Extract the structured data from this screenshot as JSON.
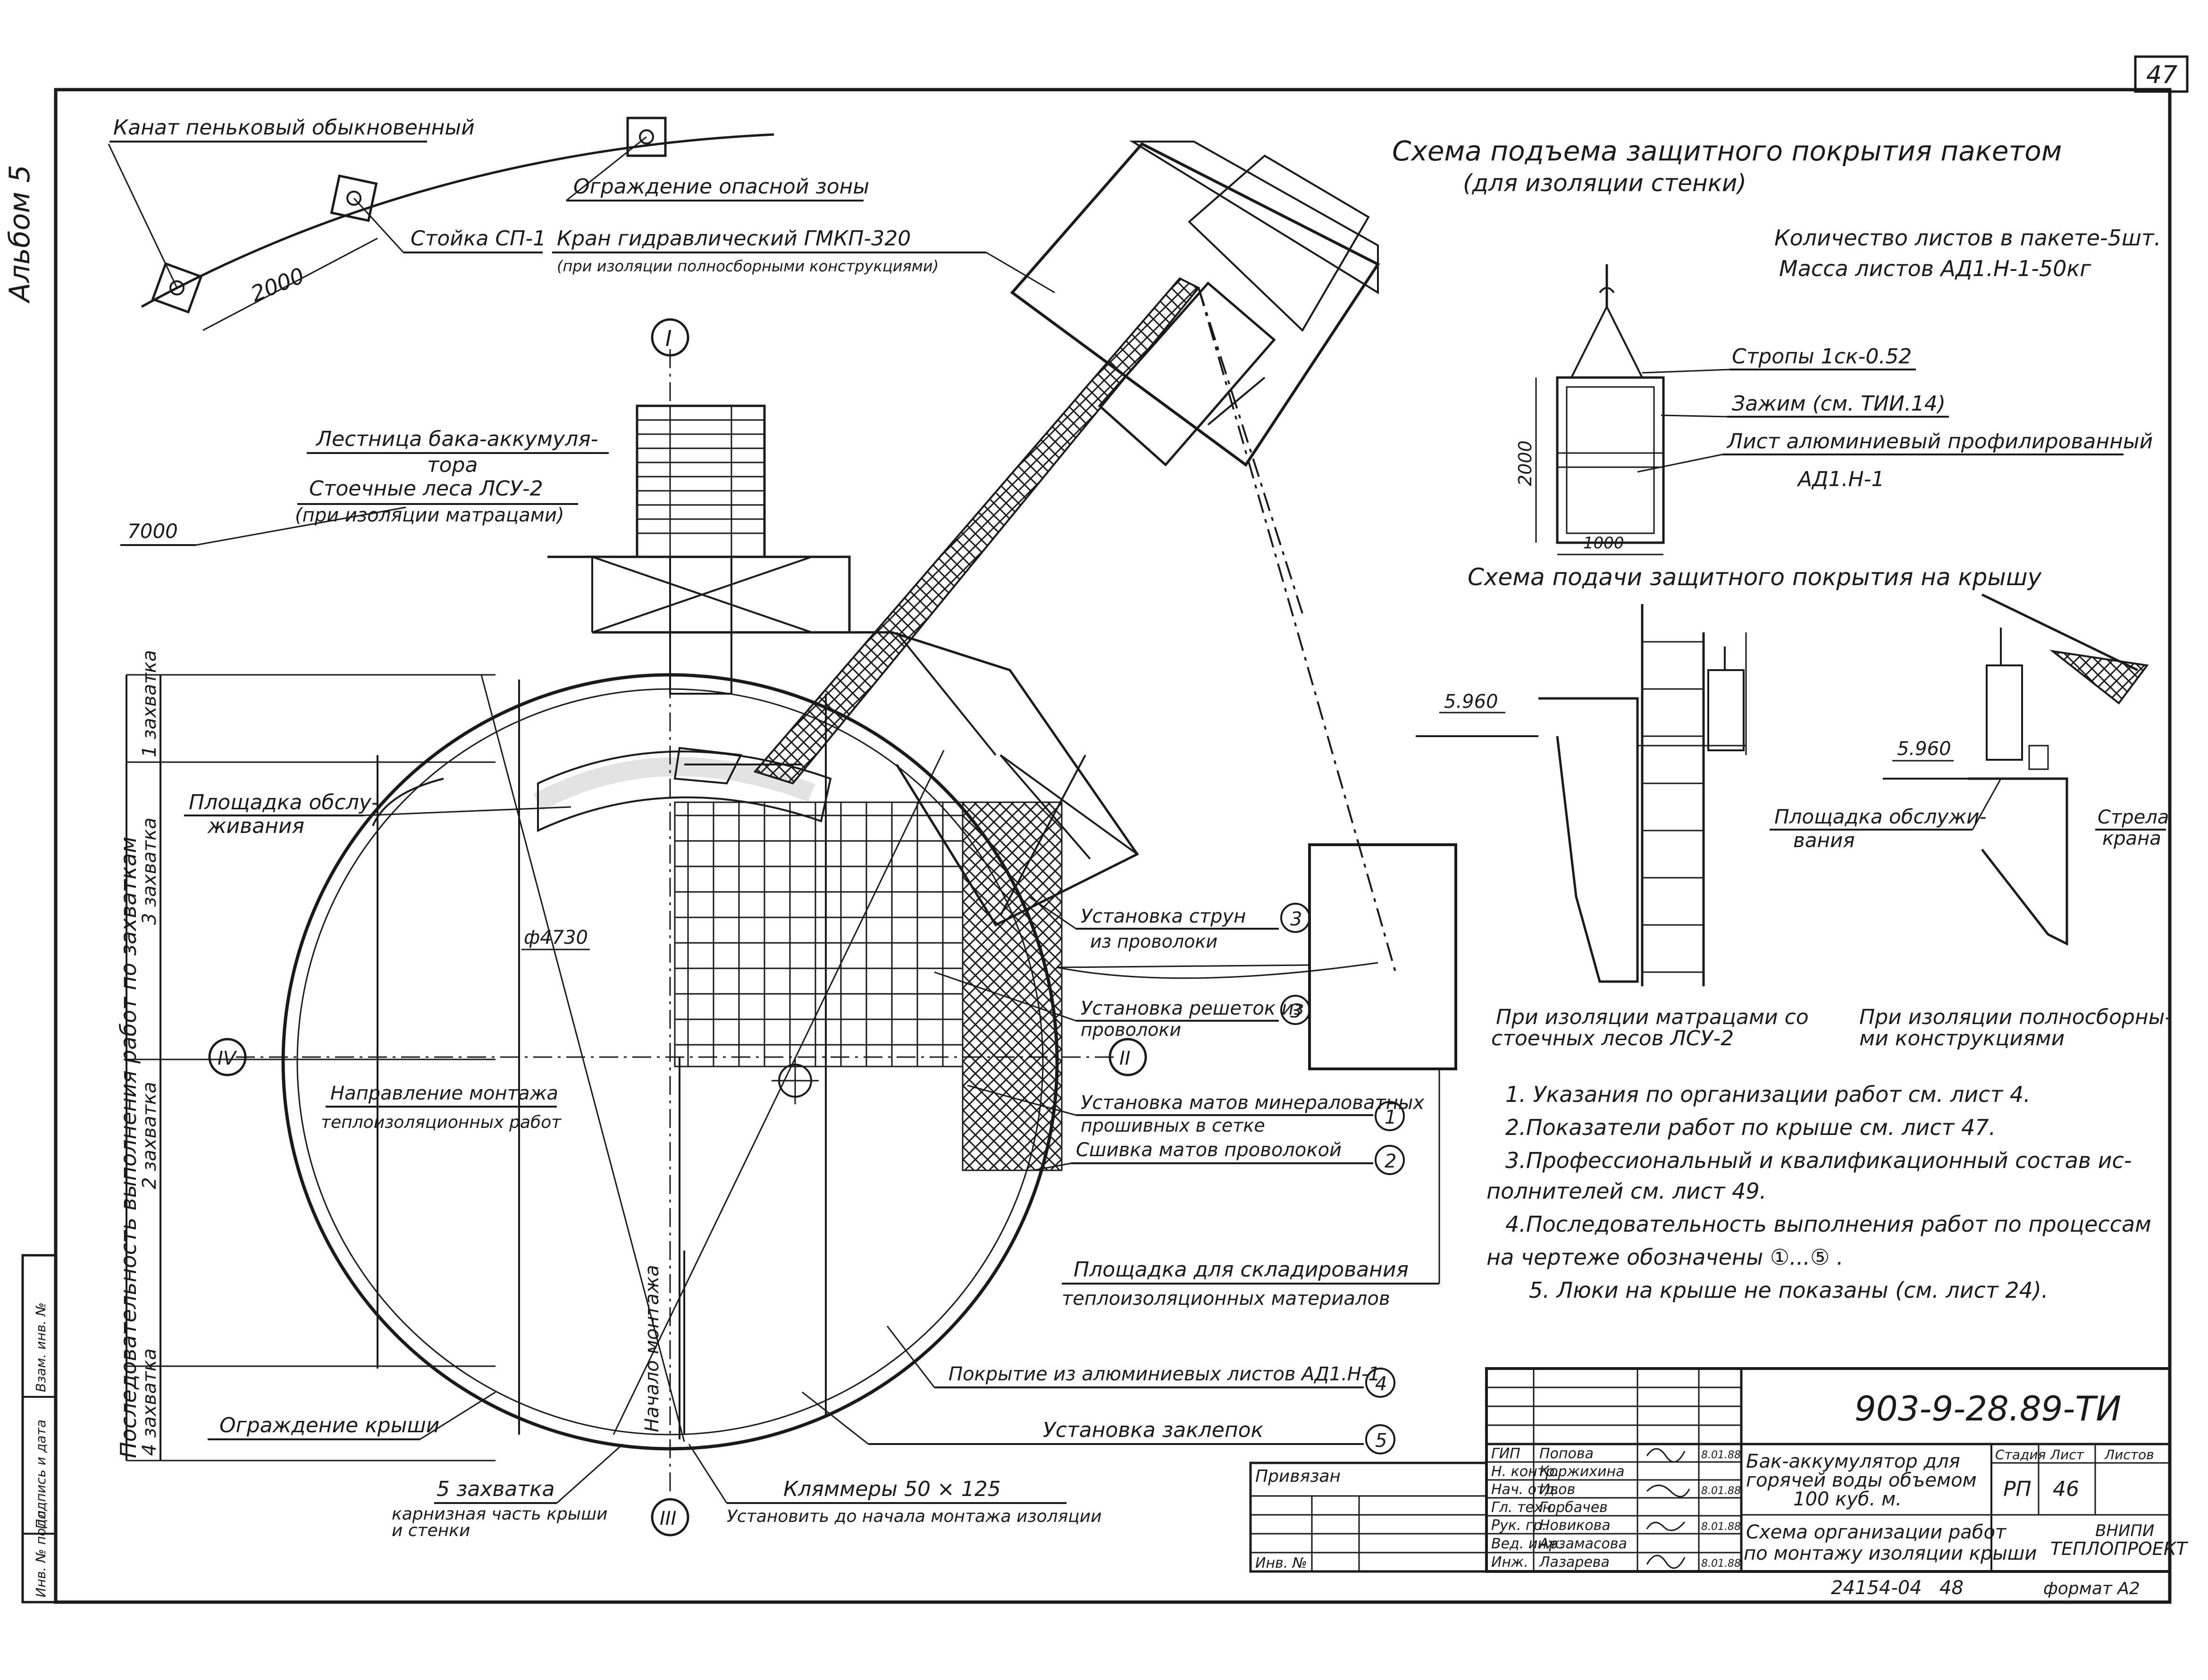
{
  "album_label": "Альбом 5",
  "page_number": "47",
  "main_title": "Схема подъема защитного покрытия пакетом",
  "main_subtitle": "(для изоляции стенки)",
  "package": {
    "count": "Количество листов в пакете-5шт.",
    "mass": "Масса листов АД1.Н-1-50кг",
    "slings": "Стропы 1ск-0.52",
    "clamp": "Зажим (см. ТИИ.14)",
    "sheet_1": "Лист алюминиевый профилированный",
    "sheet_2": "АД1.Н-1",
    "dim_height": "2000",
    "dim_width": "1000"
  },
  "roof_supply": {
    "title": "Схема подачи защитного покрытия на крышу",
    "elev_left": "5.960",
    "elev_right": "5.960",
    "platform_1": "Площадка обслужи-",
    "platform_2": "вания",
    "boom_1": "Стрела",
    "boom_2": "крана",
    "caption_left_1": "При изоляции матрацами со",
    "caption_left_2": "стоечных лесов ЛСУ-2",
    "caption_right_1": "При изоляции полносборны-",
    "caption_right_2": "ми конструкциями"
  },
  "notes": [
    "1. Указания по организации работ см. лист 4.",
    "2.Показатели работ по крыше см. лист 47.",
    "3.Профессиональный и квалификационный состав ис-",
    "полнителей см. лист 49.",
    "4.Последовательность выполнения работ по процессам",
    "на чертеже обозначены ①...⑤ .",
    "5. Люки на крыше не показаны (см. лист 24)."
  ],
  "labels": {
    "rope": "Канат пеньковый обыкновенный",
    "danger_fence": "Ограждение опасной зоны",
    "post": "Стойка СП-1",
    "dim_2000": "2000",
    "crane_1": "Кран гидравлический ГМКП-320",
    "crane_2": "(при изоляции полносборными конструкциями)",
    "ladder_1": "Лестница бака-аккумуля-",
    "ladder_2": "тора",
    "scaffold_1": "Стоечные леса ЛСУ-2",
    "scaffold_2": "(при изоляции матрацами)",
    "dim_7000": "7000",
    "axis_1": "I",
    "axis_2": "II",
    "axis_3": "III",
    "axis_4": "IV",
    "service_1": "Площадка обслу-",
    "service_2": "живания",
    "diameter": "ф4730",
    "direction_1": "Направление монтажа",
    "direction_2": "теплоизоляционных работ",
    "start": "Начало монтажа",
    "roof_fence": "Ограждение крыши",
    "grip5_1": "5 захватка",
    "grip5_2": "карнизная часть крыши",
    "grip5_3": "и стенки",
    "clamps_1": "Кляммеры 50 × 125",
    "clamps_2": "Установить до начала монтажа изоляции",
    "strings_1": "Установка струн",
    "strings_2": "из проволоки",
    "grids_1": "Установка решеток из",
    "grids_2": "проволоки",
    "mats_1": "Установка матов минераловатных",
    "mats_2": "прошивных в сетке",
    "stitch": "Сшивка матов проволокой",
    "storage_1": "Площадка для складирования",
    "storage_2": "теплоизоляционных материалов",
    "cover": "Покрытие из алюминиевых листов АД1.Н-1",
    "rivets": "Установка заклепок",
    "n1": "1",
    "n2": "2",
    "n3": "3",
    "n4": "4",
    "n5": "5",
    "seq_title": "Последовательность выполнения работ по захваткам",
    "grip_1": "1 захватка",
    "grip_2": "2 захватка",
    "grip_3": "3 захватка",
    "grip_4": "4 захватка"
  },
  "side_stamp": [
    "Инв. № подл.",
    "Подпись и дата",
    "Взам. инв. №"
  ],
  "title_block": {
    "code": "903-9-28.89-ТИ",
    "bind": "Привязан",
    "inv": "Инв. №",
    "roles": [
      "ГИП",
      "Н. контр.",
      "Нач. отд.",
      "Гл. техн.",
      "Рук. гр.",
      "Вед. инж.",
      "Инж."
    ],
    "names": [
      "Попова",
      "Коржихина",
      "Ивов",
      "Горбачев",
      "Новикова",
      "Арзамасова",
      "Лазарева"
    ],
    "date": "8.01.88",
    "object_1": "Бак-аккумулятор для",
    "object_2": "горячей воды объемом",
    "object_3": "100 куб. м.",
    "sheet_title_1": "Схема организации работ",
    "sheet_title_2": "по монтажу изоляции крыши",
    "stage_h": "Стадия",
    "sheet_h": "Лист",
    "sheets_h": "Листов",
    "stage": "РП",
    "sheet": "46",
    "org_1": "ВНИПИ",
    "org_2": "ТЕПЛОПРОЕКТ",
    "archive": "24154-04",
    "archive_page": "48",
    "format": "формат А2"
  }
}
